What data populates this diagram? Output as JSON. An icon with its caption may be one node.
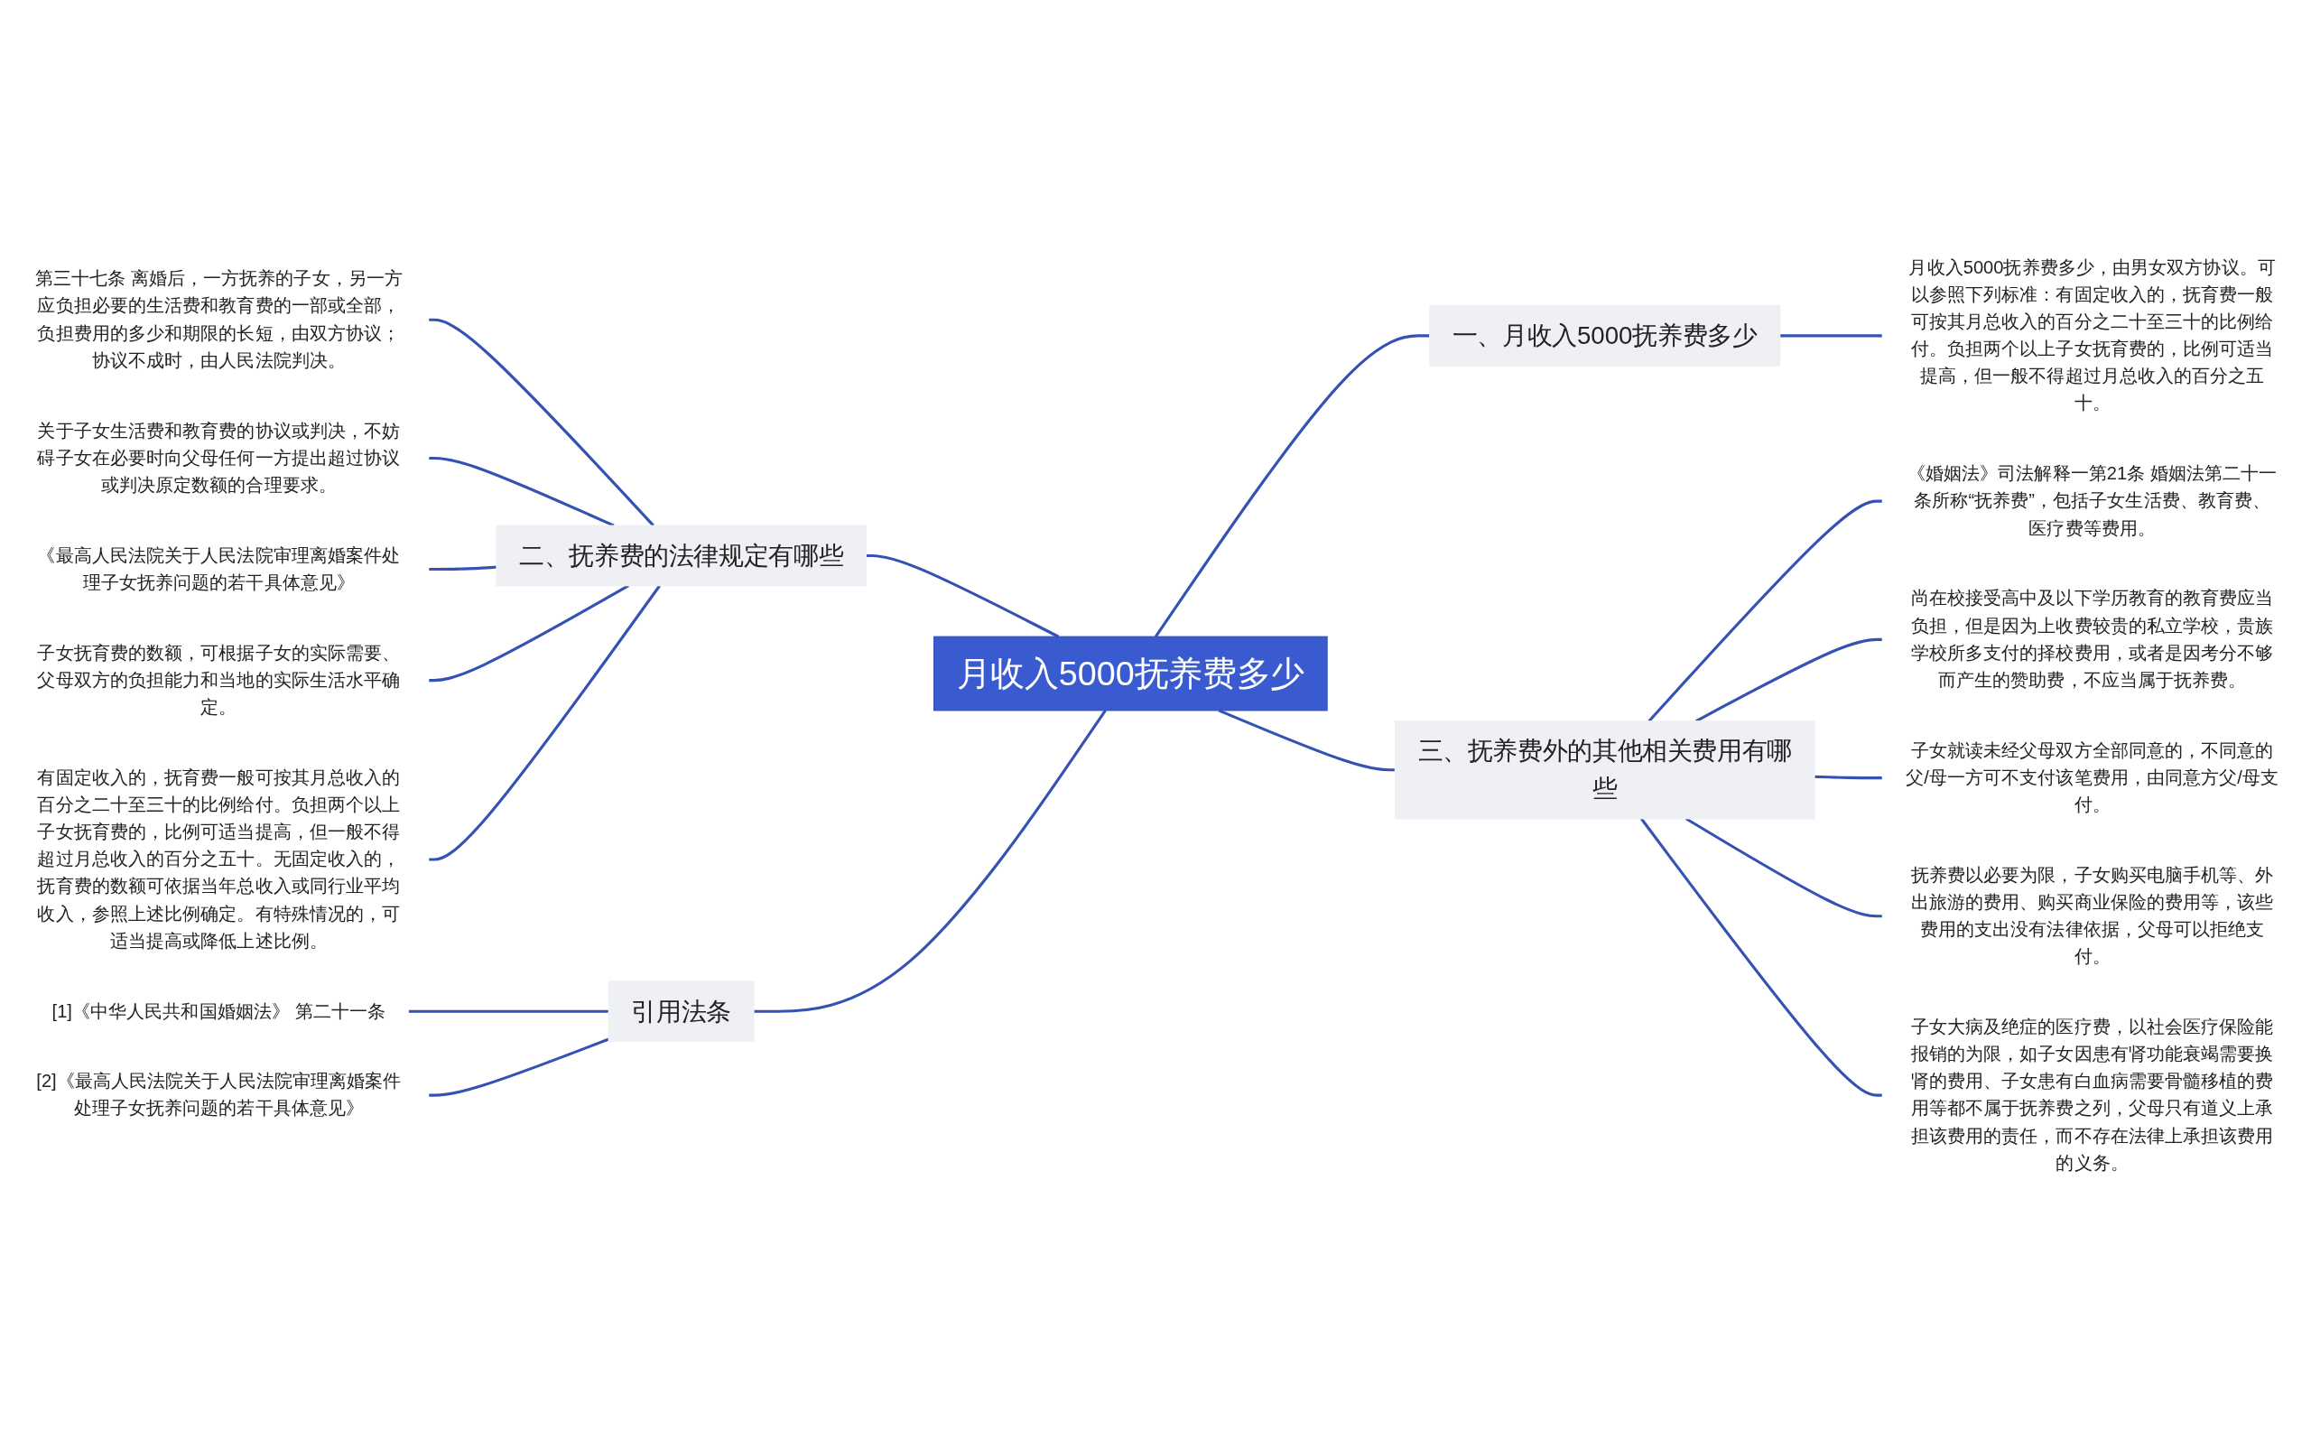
{
  "diagram": {
    "nodes": [
      {
        "text": [
          "月收入5000抚养费多少"
        ]
      },
      {
        "text": [
          "二、抚养费的法律规定有哪些"
        ]
      },
      {
        "text": [
          "第三十七条 离婚后，一方抚养的子女，另一方应负担必要的生活费和教育费的一部或全部，负担费用的多少和期限的长短，由双方协议；协议不成时，由人民法院判决。"
        ]
      },
      {
        "text": [
          "关于子女生活费和教育费的协议或判决，不妨碍子女在必要时向父母任何一方提出超过协议或判决原定数额的合理要求。"
        ]
      },
      {
        "text": [
          "《最高人民法院关于人民法院审理离婚案件处理子女抚养问题的若干具体意见》"
        ]
      },
      {
        "text": [
          "子女抚育费的数额，可根据子女的实际需要、父母双方的负担能力和当地的实际生活水平确定。"
        ]
      },
      {
        "text": [
          "有固定收入的，抚育费一般可按其月总收入的百分之二十至三十的比例给付。负担两个以上子女抚育费的，比例可适当提高，但一般不得超过月总收入的百分之五十。无固定收入的，抚育费的数额可依据当年总收入或同行业平均收入，参照上述比例确定。有特殊情况的，可适当提高或降低上述比例。"
        ]
      },
      {
        "text": [
          "引用法条"
        ]
      },
      {
        "text": [
          "[1]《中华人民共和国婚姻法》 第二十一条"
        ]
      },
      {
        "text": [
          "[2]《最高人民法院关于人民法院审理离婚案件处理子女抚养问题的若干具体意见》"
        ]
      },
      {
        "text": [
          "一、月收入5000抚养费多少"
        ]
      },
      {
        "text": [
          "月收入5000抚养费多少，由男女双方协议。可以参照下列标准：有固定收入的，抚育费一般可按其月总收入的百分之二十至三十的比例给付。负担两个以上子女抚育费的，比例可适当提高，但一般不得超过月总收入的百分之五十。"
        ]
      },
      {
        "text": [
          "三、抚养费外的其他相关费用有哪些"
        ]
      },
      {
        "text": [
          "《婚姻法》司法解释一第21条 婚姻法第二十一条所称“抚养费”，包括子女生活费、教育费、医疗费等费用。"
        ]
      },
      {
        "text": [
          "尚在校接受高中及以下学历教育的教育费应当负担，但是因为上收费较贵的私立学校，贵族学校所多支付的择校费用，或者是因考分不够而产生的赞助费，不应当属于抚养费。"
        ]
      },
      {
        "text": [
          "子女就读未经父母双方全部同意的，不同意的父/母一方可不支付该笔费用，由同意方父/母支付。"
        ]
      },
      {
        "text": [
          "抚养费以必要为限，子女购买电脑手机等、外出旅游的费用、购买商业保险的费用等，该些费用的支出没有法律依据，父母可以拒绝支付。"
        ]
      },
      {
        "text": [
          "子女大病及绝症的医疗费，以社会医疗保险能报销的为限，如子女因患有肾功能衰竭需要换肾的费用、子女患有白血病需要骨髓移植的费用等都不属于抚养费之列，父母只有道义上承担该费用的责任，而不存在法律上承担该费用的义务。"
        ]
      }
    ],
    "edges": [
      {
        "from": 0,
        "to": 1,
        "arrow": "none"
      },
      {
        "from": 1,
        "to": 2,
        "arrow": "none"
      },
      {
        "from": 1,
        "to": 3,
        "arrow": "none"
      },
      {
        "from": 1,
        "to": 4,
        "arrow": "none"
      },
      {
        "from": 1,
        "to": 5,
        "arrow": "none"
      },
      {
        "from": 1,
        "to": 6,
        "arrow": "none"
      },
      {
        "from": 0,
        "to": 7,
        "arrow": "none"
      },
      {
        "from": 7,
        "to": 8,
        "arrow": "none"
      },
      {
        "from": 7,
        "to": 9,
        "arrow": "none"
      },
      {
        "from": 0,
        "to": 10,
        "arrow": "none"
      },
      {
        "from": 10,
        "to": 11,
        "arrow": "none"
      },
      {
        "from": 0,
        "to": 12,
        "arrow": "none"
      },
      {
        "from": 12,
        "to": 13,
        "arrow": "none"
      },
      {
        "from": 12,
        "to": 14,
        "arrow": "none"
      },
      {
        "from": 12,
        "to": 15,
        "arrow": "none"
      },
      {
        "from": 12,
        "to": 16,
        "arrow": "none"
      },
      {
        "from": 12,
        "to": 17,
        "arrow": "none"
      }
    ]
  }
}
